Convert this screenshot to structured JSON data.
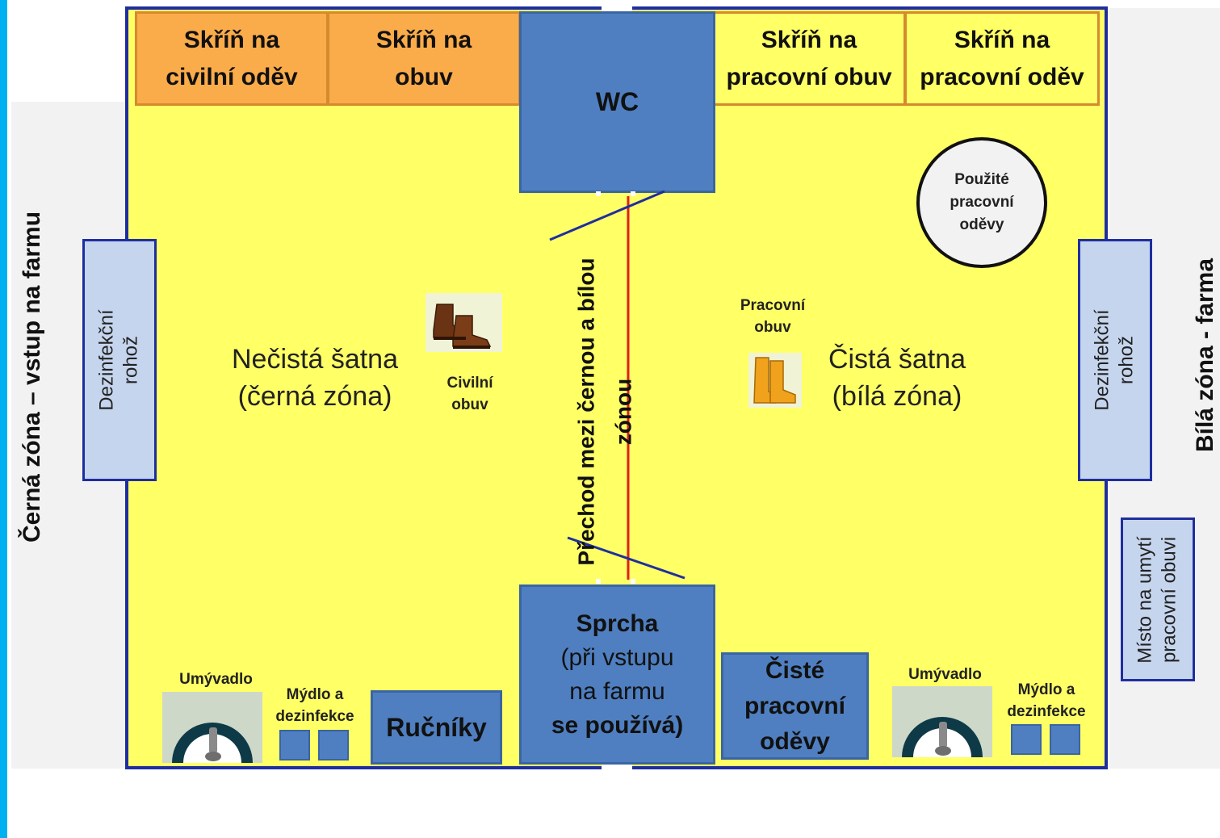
{
  "side_labels": {
    "black_zone": "Černá zóna – vstup na farmu",
    "white_zone": "Bílá zóna - farma"
  },
  "cabinets": {
    "civil_clothes": [
      "Skříň na",
      "civilní oděv"
    ],
    "shoes": [
      "Skříň na",
      "obuv"
    ],
    "work_shoes": [
      "Skříň na",
      "pracovní obuv"
    ],
    "work_clothes": [
      "Skříň na",
      "pracovní oděv"
    ]
  },
  "wc": "WC",
  "used_clothes": [
    "Použité",
    "pracovní",
    "oděvy"
  ],
  "mats": {
    "left": [
      "Dezinfekční",
      "rohož"
    ],
    "right": [
      "Dezinfekční",
      "rohož"
    ]
  },
  "rooms": {
    "dirty": [
      "Nečistá šatna",
      "(černá zóna)"
    ],
    "clean": [
      "Čistá šatna",
      "(bílá zóna)"
    ]
  },
  "footwear": {
    "civil": [
      "Civilní",
      "obuv"
    ],
    "work": [
      "Pracovní",
      "obuv"
    ]
  },
  "transition": [
    "Přechod mezi černou a bílou",
    "zónou"
  ],
  "shower": {
    "title": "Sprcha",
    "lines": [
      "(při vstupu",
      "na farmu"
    ],
    "last": "se používá)"
  },
  "towels": "Ručníky",
  "clean_clothes": [
    "Čisté",
    "pracovní",
    "oděvy"
  ],
  "sinks": {
    "left_label": "Umývadlo",
    "right_label": "Umývadlo",
    "soap_left": [
      "Mýdlo a",
      "dezinfekce"
    ],
    "soap_right": [
      "Mýdlo a",
      "dezinfekce"
    ]
  },
  "shoe_wash": [
    "Místo na umytí",
    "pracovní obuvi"
  ],
  "colors": {
    "room": "#ffff66",
    "border": "#1f2e9e",
    "orange": "#fbac4a",
    "blue_box": "#4f7fc0",
    "mat": "#c6d5ee",
    "red_line": "#e0201b",
    "accent_strip": "#00b0f0"
  },
  "icons": [
    "brown-boots-icon",
    "rubber-boots-icon",
    "sink-icon"
  ]
}
